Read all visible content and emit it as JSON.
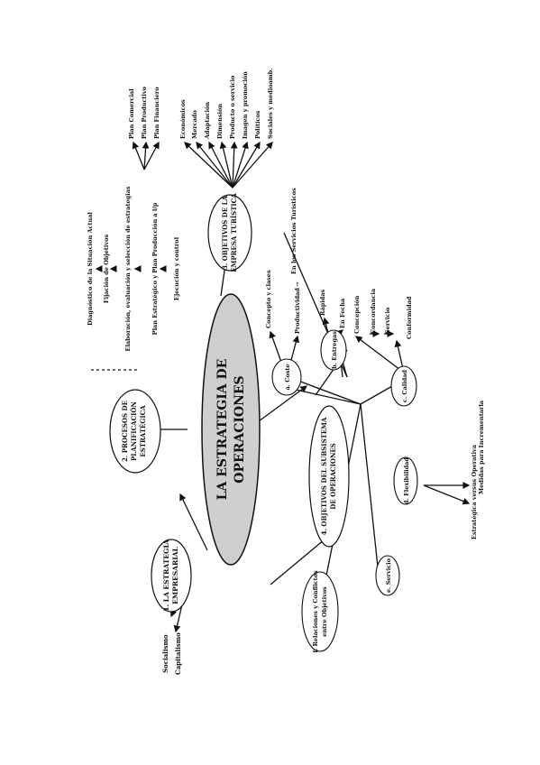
{
  "diagram": {
    "center": {
      "line1": "LA ESTRATEGIA DE",
      "line2": "OPERACIONES"
    },
    "empresarial": {
      "line1": "1. LA ESTRATEGIA",
      "line2": "EMPRESARIAL",
      "children": [
        "Socialismo",
        "Capitalismo"
      ]
    },
    "procesos": {
      "line1": "2. PROCESOS DE",
      "line2": "PLANIFICACIÓN",
      "line3": "ESTRATÉGICA",
      "steps": [
        "Diagnóstico de la Situación Actual",
        "Fijación de Objetivos",
        "Elaboración, evaluación y selección de estrategias",
        "Plan Estratégico y Plan Producción a l/p",
        "Ejecución y control"
      ],
      "plans": [
        "Plan Comercial",
        "Plan Productivo",
        "Plan Financiero"
      ]
    },
    "objetivos_empresa": {
      "line1": "3. OBJETIVOS DE LA",
      "line2": "EMPRESA TURÍSTICA",
      "items": [
        "Económicos",
        "Mercado",
        "Adaptación",
        "Dimensión",
        "Producto o servicio",
        "Imagen y promoción",
        "Políticos",
        "Sociales y medioamb."
      ]
    },
    "subsistema": {
      "line1": "4. OBJETIVOS DEL SUBSISTEMA",
      "line2": "DE OPERACIONES",
      "coste": {
        "label": "a. Coste",
        "children": [
          "Concepto y clases",
          "Productividad"
        ],
        "target": "En los Servicios Turísticos",
        "arrow": "→"
      },
      "entregas": {
        "label": "b. Entregas",
        "children": [
          "Rápidas",
          "En Fecha"
        ]
      },
      "calidad": {
        "label": "c. Calidad",
        "children": [
          "Concepción",
          "Concordancia",
          "Servicio",
          "Conformidad"
        ]
      },
      "flexibilidad": {
        "label": "d. Flexibilidad",
        "children": [
          "Medidas para Incrementarla",
          "Estratégica versus Operativa"
        ]
      },
      "servicio": {
        "label": "e. Servicio"
      },
      "relaciones": {
        "line1": "f. Relaciones y Conflictos",
        "line2": "entre Objetivos"
      }
    }
  }
}
